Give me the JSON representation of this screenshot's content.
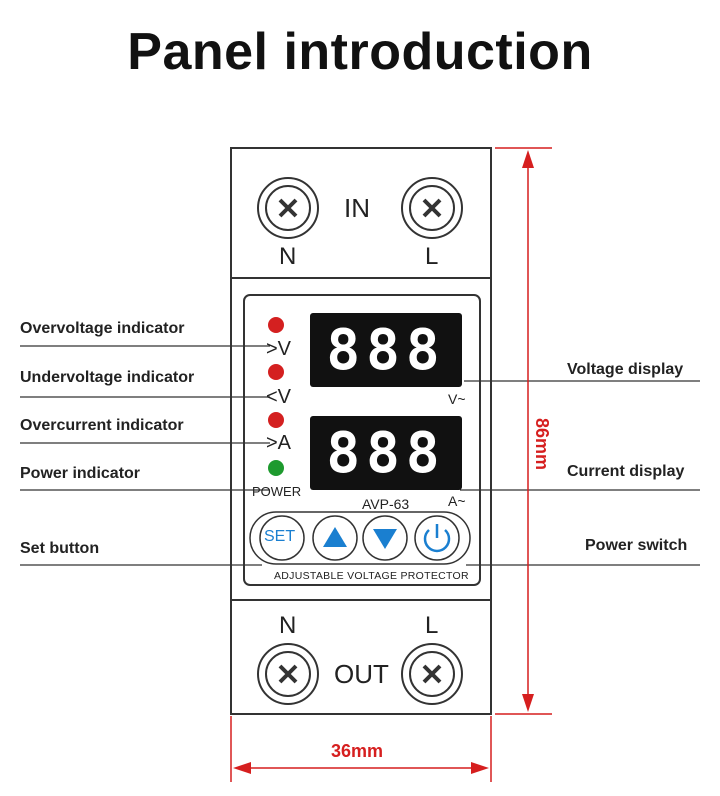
{
  "title": "Panel introduction",
  "top_terminal": {
    "label": "IN",
    "left": "N",
    "right": "L"
  },
  "bottom_terminal": {
    "label": "OUT",
    "left": "N",
    "right": "L"
  },
  "indicators": {
    "over_v": ">V",
    "under_v": "<V",
    "over_a": ">A",
    "power": "POWER"
  },
  "displays": {
    "voltage_digits": "888",
    "current_digits": "888",
    "voltage_unit": "V~",
    "current_unit": "A~"
  },
  "model": "AVP-63",
  "buttons": {
    "set": "SET",
    "up": "▲",
    "down": "▼",
    "power": "⏻"
  },
  "product_name": "ADJUSTABLE VOLTAGE PROTECTOR",
  "callouts_left": {
    "overvoltage": "Overvoltage indicator",
    "undervoltage": "Undervoltage indicator",
    "overcurrent": "Overcurrent indicator",
    "power": "Power indicator",
    "set": "Set button"
  },
  "callouts_right": {
    "voltage": "Voltage display",
    "current": "Current display",
    "power_switch": "Power switch"
  },
  "dimensions": {
    "height": "86mm",
    "width": "36mm"
  },
  "colors": {
    "dimension": "#d61f1f",
    "led_red": "#d42020",
    "led_green": "#1e9a2e",
    "button_blue": "#1a7fd0"
  }
}
